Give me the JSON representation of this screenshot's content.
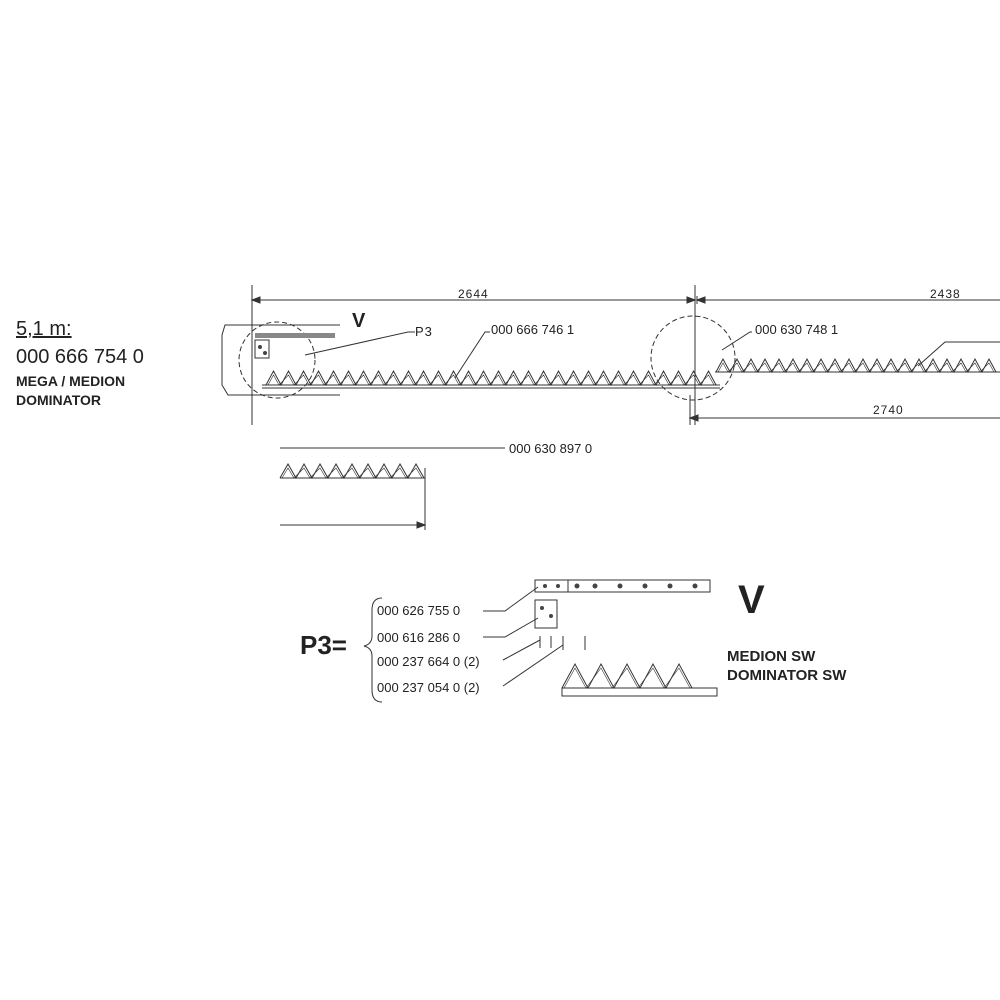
{
  "header": {
    "size_label": "5,1 m:",
    "main_part": "000 666 754 0",
    "model_line1": "MEGA / MEDION",
    "model_line2": "DOMINATOR"
  },
  "dimensions": {
    "d1": "2644",
    "d2": "2438",
    "d3": "2740"
  },
  "callouts": {
    "v_top": "V",
    "p3_small": "P3",
    "knife_left": "000 666 746 1",
    "knife_right": "000 630 748 1",
    "knife_section": "000 630 897 0"
  },
  "p3_detail": {
    "title": "P3=",
    "parts": [
      "000 626 755 0",
      "000 616 286 0",
      "000 237 664 0 (2)",
      "000 237 054 0 (2)"
    ],
    "v_big": "V",
    "sw_line1": "MEDION SW",
    "sw_line2": "DOMINATOR SW"
  }
}
